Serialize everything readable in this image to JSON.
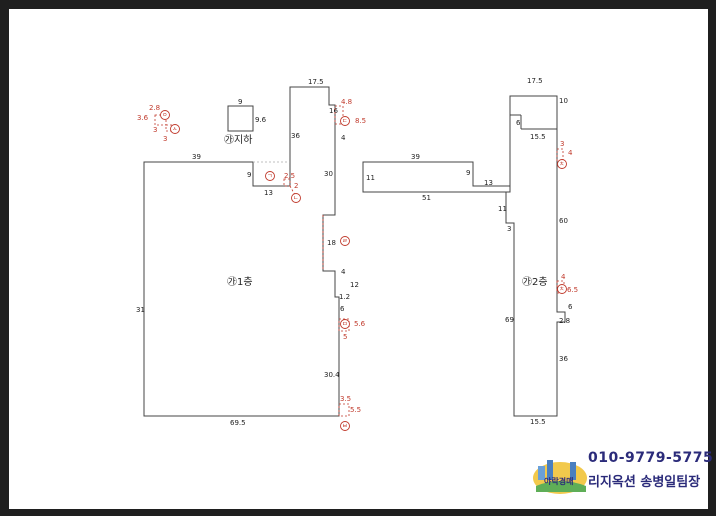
{
  "areas": {
    "basement": "㉮지하",
    "floor1": "㉮1층",
    "floor2": "㉮2층"
  },
  "dims_floor1": {
    "top_left": "39",
    "left": "31",
    "bottom": "69.5",
    "notch_9": "9",
    "notch_13": "13",
    "tower_36": "36",
    "tower_top": "17.5",
    "r16": "16",
    "r4a": "4",
    "r30": "30",
    "r18": "18",
    "r4b": "4",
    "r12": "12",
    "r1_2": "1.2",
    "r6": "6",
    "r30_4": "30.4"
  },
  "dims_basement": {
    "w": "9",
    "h": "9.6"
  },
  "dims_connector": {
    "top": "39",
    "left": "11",
    "right": "9",
    "bottom": "51",
    "side_13": "13"
  },
  "dims_floor2": {
    "top": "17.5",
    "d10": "10",
    "d6": "6",
    "d15_5": "15.5",
    "d60": "60",
    "d11": "11",
    "d3": "3",
    "d69": "69",
    "d6b": "6",
    "d2_8": "2.8",
    "d36": "36",
    "bottom": "15.5"
  },
  "red_labels": {
    "a_2_8": "2.8",
    "a_3_6": "3.6",
    "a_3": "3",
    "s_3": "3",
    "g_2_5": "2.5",
    "n_2": "2",
    "d_4_8": "4.8",
    "d_8_5": "8.5",
    "m_5_6": "5.6",
    "m_5": "5",
    "b_3_5": "3.5",
    "b_5_5": "5.5",
    "c1_3": "3",
    "c1_4": "4",
    "c2_4": "4",
    "c2_6_5": "6.5"
  },
  "markers": {
    "ieung": "ㅇ",
    "siot": "ㅅ",
    "giyeok": "ㄱ",
    "nieun": "ㄴ",
    "digeut": "ㄷ",
    "rieul": "ㄹ",
    "mieum": "ㅁ",
    "bieup": "ㅂ",
    "chieut1": "ㅊ",
    "chieut2": "ㅊ"
  },
  "contact": {
    "phone": "010-9779-5775",
    "company": "리지옥션 송병일팀장",
    "logo_text": "야락경매"
  },
  "colors": {
    "line": "#444444",
    "accent": "#c0392b",
    "brand": "#2b2b7a"
  }
}
